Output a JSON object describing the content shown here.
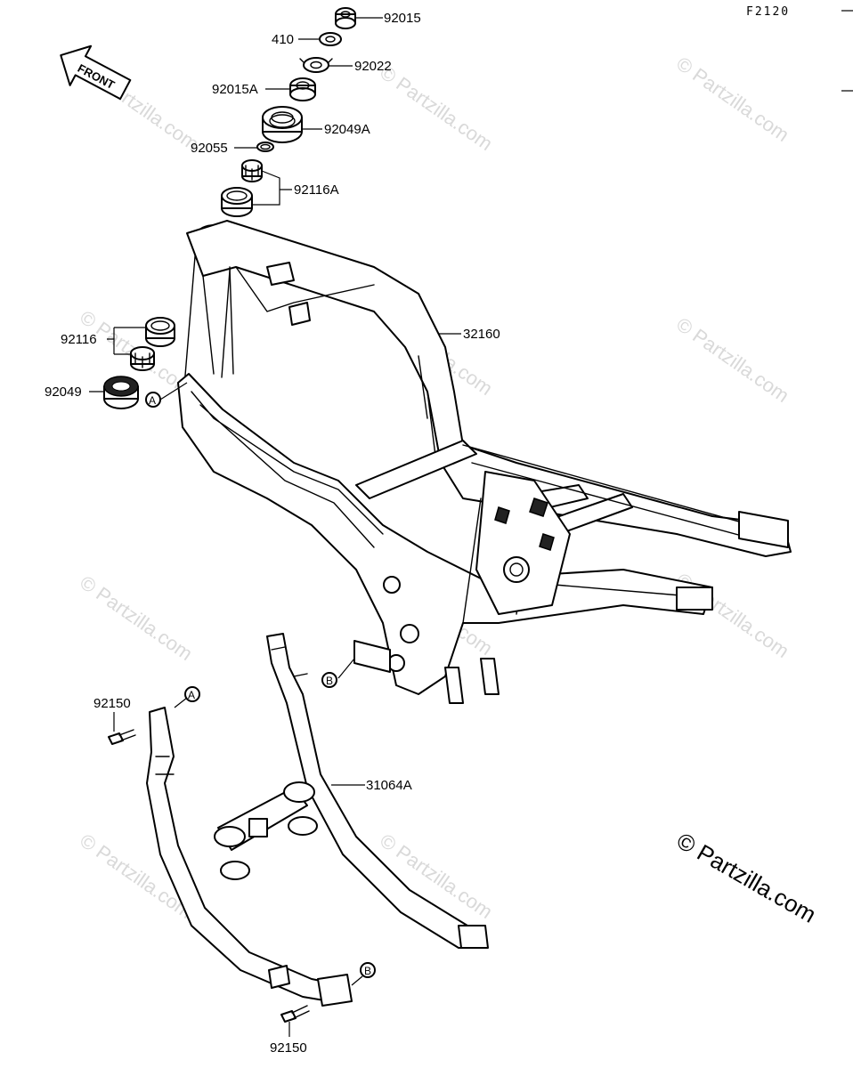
{
  "diagram_code": "F2120",
  "front_label": "FRONT",
  "watermark": "© Partzilla.com",
  "copyright": "© Partzilla.com",
  "callouts": {
    "a": "A",
    "b": "B"
  },
  "parts": {
    "p92015": "92015",
    "p410": "410",
    "p92022": "92022",
    "p92015a": "92015A",
    "p92049a": "92049A",
    "p92055": "92055",
    "p92116a": "92116A",
    "p32160": "32160",
    "p92116": "92116",
    "p92049": "92049",
    "p92150_top": "92150",
    "p31064a": "31064A",
    "p92150_bottom": "92150"
  }
}
